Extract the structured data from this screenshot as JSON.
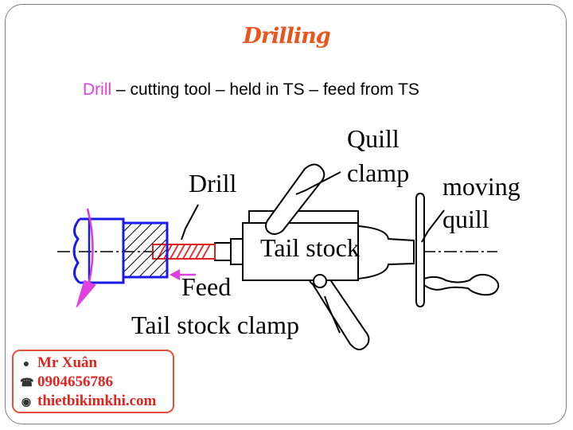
{
  "title": "Drilling",
  "subtitle": {
    "highlight": "Drill",
    "rest": " – cutting tool – held in TS – feed from TS"
  },
  "labels": {
    "quill": "Quill",
    "clamp": "clamp",
    "moving": "moving",
    "quill_lower": "quill",
    "drill": "Drill",
    "tail_stock": "Tail stock",
    "feed": "Feed",
    "tail_stock_clamp": "Tail stock clamp"
  },
  "contact": {
    "name": "Mr Xuân",
    "phone": "0904656786",
    "website": "thietbikimkhi.com"
  },
  "colors": {
    "title": "#e8561e",
    "highlight": "#e040e0",
    "chuck": "#1a1ae6",
    "drill": "#e32020",
    "feed_arrow": "#e040e0",
    "contact_text": "#e0251f",
    "contact_border": "#e8503c"
  },
  "icons": [
    "person-icon",
    "phone-icon",
    "globe-icon"
  ]
}
